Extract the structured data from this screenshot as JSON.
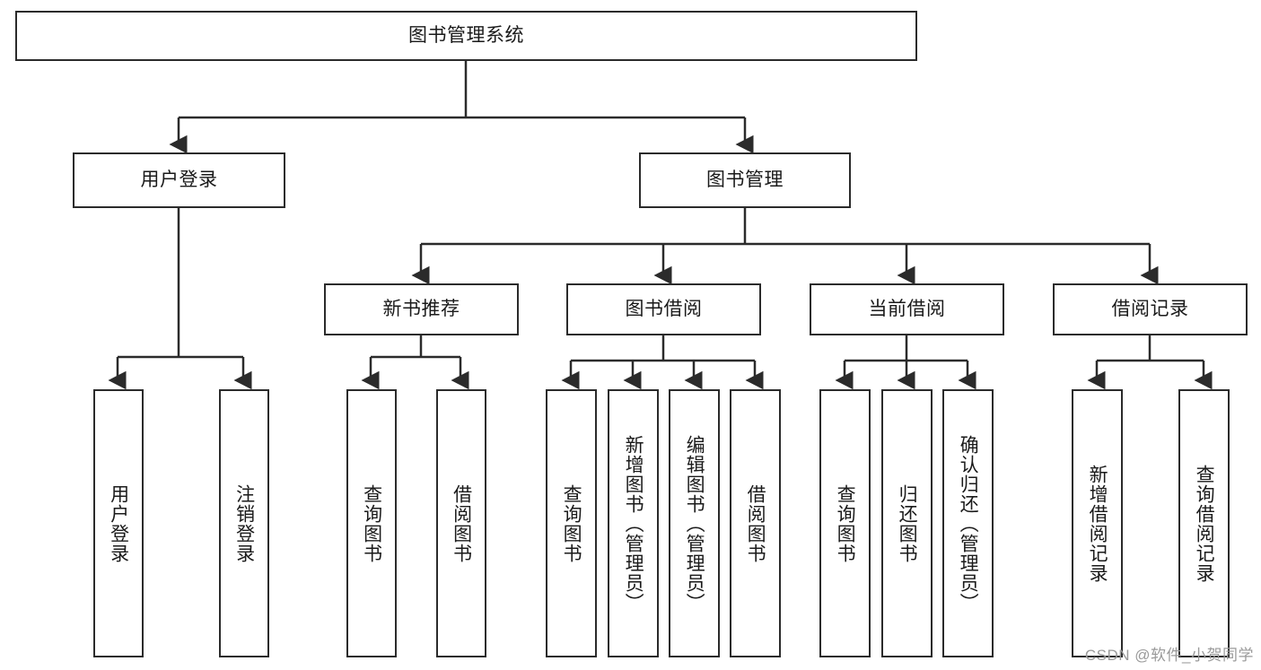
{
  "diagram": {
    "title": "图书管理系统",
    "type": "tree-flowchart",
    "watermark": "CSDN @软件_小贺同学",
    "colors": {
      "stroke": "#2b2b2b",
      "fill": "#ffffff",
      "text": "#1a1a1a",
      "watermark": "#9a9a9a"
    },
    "nodes": {
      "root": "图书管理系统",
      "level1": [
        "用户登录",
        "图书管理"
      ],
      "level2": [
        "新书推荐",
        "图书借阅",
        "当前借阅",
        "借阅记录"
      ],
      "leaves": {
        "user_login": [
          "用户登录",
          "注销登录"
        ],
        "new_book_recommend": [
          "查询图书",
          "借阅图书"
        ],
        "book_borrow": [
          "查询图书",
          "新增图书（管理员）",
          "编辑图书（管理员）",
          "借阅图书"
        ],
        "current_borrow": [
          "查询图书",
          "归还图书",
          "确认归还（管理员）"
        ],
        "borrow_record": [
          "新增借阅记录",
          "查询借阅记录"
        ]
      }
    }
  }
}
